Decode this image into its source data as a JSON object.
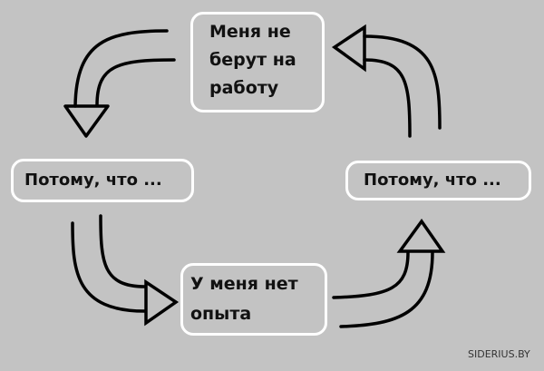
{
  "nodes": {
    "top": {
      "line1": "Меня не",
      "line2": "берут на",
      "line3": "работу"
    },
    "left": {
      "text": "Потому, что ..."
    },
    "right": {
      "text": "Потому, что ..."
    },
    "bottom": {
      "line1": "У меня нет",
      "line2": "опыта"
    }
  },
  "watermark": "SIDERIUS.BY",
  "colors": {
    "background": "#c3c3c3",
    "box_border": "#ffffff",
    "stroke": "#000000"
  }
}
